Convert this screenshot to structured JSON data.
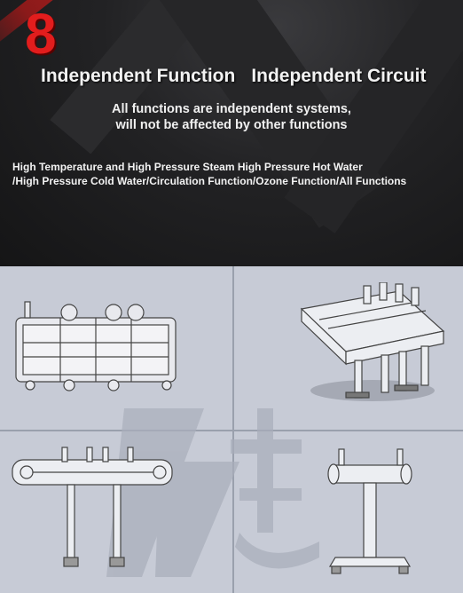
{
  "banner": {
    "number": "8",
    "headline": {
      "left": "Independent Function",
      "right": "Independent Circuit"
    },
    "subtitle_line1": "All functions are independent systems,",
    "subtitle_line2": "will not be affected by other functions",
    "functions_line1": "High Temperature and High Pressure Steam High Pressure Hot Water",
    "functions_line2": "/High Pressure Cold Water/Circulation Function/Ozone Function/All Functions",
    "accent_color": "#e21d1d"
  },
  "drawings": {
    "background_color": "#c7cbd6",
    "views": [
      "top-view",
      "isometric-view",
      "front-view",
      "side-view"
    ],
    "watermark": "logo-watermark"
  }
}
